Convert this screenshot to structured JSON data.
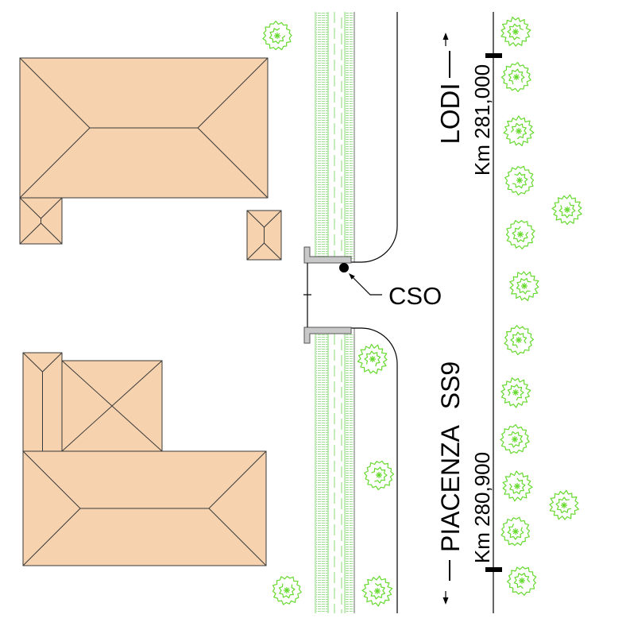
{
  "labels": {
    "north_direction": "LODI",
    "north_chainage": "Km 281,000",
    "cso": "CSO",
    "road_name": "SS9",
    "south_direction": "PIACENZA",
    "south_chainage": "Km 280,900"
  },
  "colors": {
    "building_fill": "#F6D2AE",
    "building_outline": "#3A3A3A",
    "vegetation": "#66D92E",
    "verge_hatch": "#9BE08C",
    "culvert_fill": "#C8C8C8"
  },
  "icons": {
    "north": "arrow-up-icon",
    "south": "arrow-down-icon",
    "outfall": "cso-point-icon",
    "tree": "tree-icon"
  }
}
